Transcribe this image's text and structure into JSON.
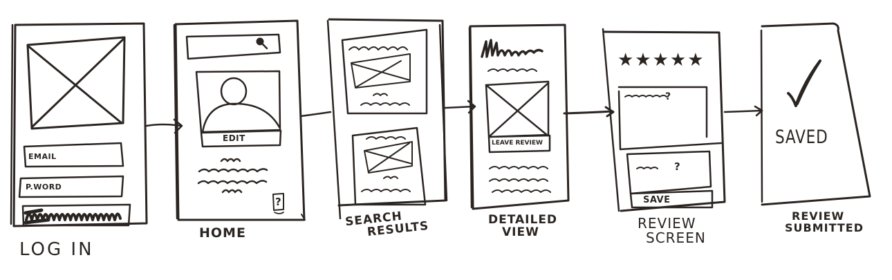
{
  "diagram": {
    "type": "wireframe-user-flow",
    "ink_color": "#2b2522",
    "background": "#ffffff",
    "screens": [
      {
        "id": "login",
        "caption": "LOG IN",
        "elements": {
          "image_placeholder": "image-placeholder",
          "email_field": "EMAIL",
          "password_field": "P.WORD",
          "submit_button": "filled-scribble-button"
        }
      },
      {
        "id": "home",
        "caption": "HOME",
        "elements": {
          "search_bar": "search-bar-with-magnifier",
          "profile_avatar": "person-silhouette",
          "edit_label": "EDIT",
          "text_lines": 4,
          "help_icon": "[?]"
        }
      },
      {
        "id": "search-results",
        "caption_line1": "SEARCH",
        "caption_line2": "RESULTS",
        "elements": {
          "result_cards": 2
        }
      },
      {
        "id": "detailed-view",
        "caption_line1": "DETAILED",
        "caption_line2": "VIEW",
        "elements": {
          "title": "scribbled-heading",
          "image_placeholder": "image-placeholder",
          "leave_review_button": "LEAVE REVIEW",
          "text_lines": 3
        }
      },
      {
        "id": "review-screen",
        "caption_line1": "REVIEW",
        "caption_line2": "SCREEN",
        "elements": {
          "stars": "★★★★★",
          "question_1": "?",
          "question_2": "?",
          "save_button": "SAVE"
        }
      },
      {
        "id": "review-submitted",
        "caption_line1": "REVIEW",
        "caption_line2": "SUBMITTED",
        "elements": {
          "check_icon": "✓",
          "status_text": "SAVED"
        }
      }
    ],
    "flow_arrows": [
      {
        "from": "login",
        "to": "home"
      },
      {
        "from": "home",
        "to": "search-results"
      },
      {
        "from": "search-results",
        "to": "detailed-view"
      },
      {
        "from": "detailed-view",
        "to": "review-screen"
      },
      {
        "from": "review-screen",
        "to": "review-submitted"
      }
    ]
  }
}
